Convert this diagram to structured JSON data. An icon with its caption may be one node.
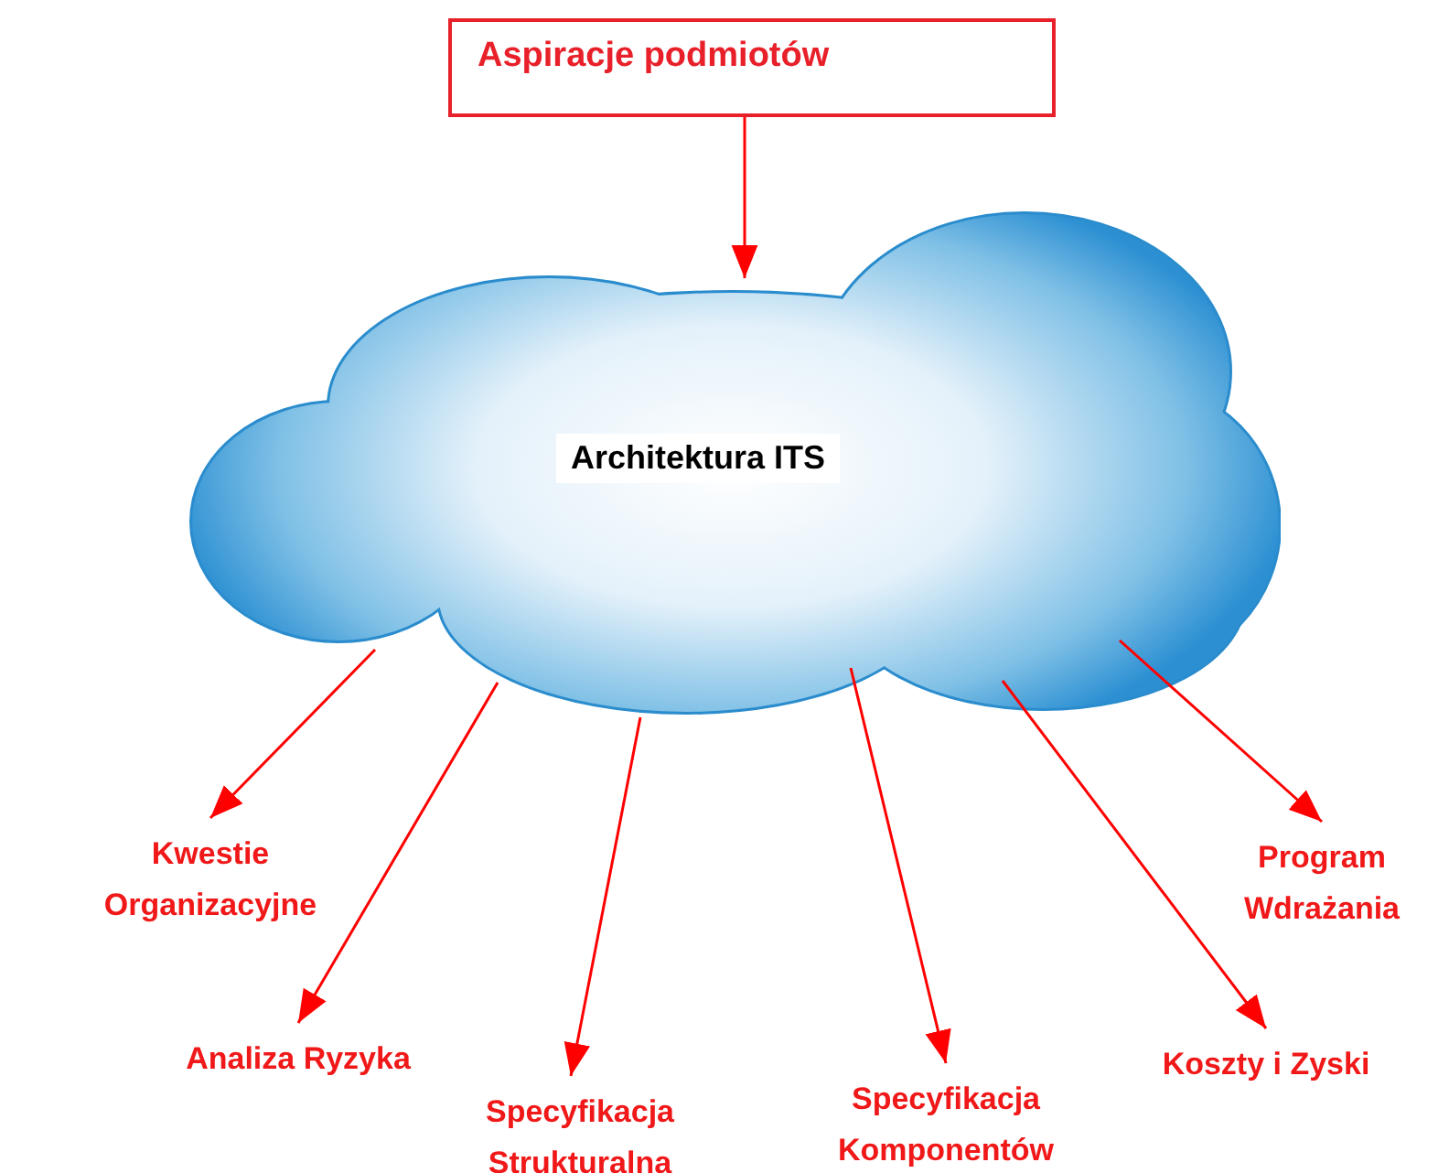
{
  "diagram": {
    "nodes": [
      {
        "text": [
          "Aspiracje podmiotów"
        ]
      },
      {
        "text": [
          "Architektura ITS"
        ]
      },
      {
        "text": [
          "Kwestie Organizacyjne"
        ]
      },
      {
        "text": [
          "Analiza Ryzyka"
        ]
      },
      {
        "text": [
          "Specyfikacja Strukturalna"
        ]
      },
      {
        "text": [
          "Specyfikacja Komponentów"
        ]
      },
      {
        "text": [
          "Koszty i Zyski"
        ]
      },
      {
        "text": [
          "Program Wdrażania"
        ]
      }
    ],
    "edges": [
      {
        "from": 0,
        "to": 1,
        "arrow": "to"
      },
      {
        "from": 1,
        "to": 2,
        "arrow": "to"
      },
      {
        "from": 1,
        "to": 3,
        "arrow": "to"
      },
      {
        "from": 1,
        "to": 4,
        "arrow": "to"
      },
      {
        "from": 1,
        "to": 5,
        "arrow": "to"
      },
      {
        "from": 1,
        "to": 6,
        "arrow": "to"
      },
      {
        "from": 1,
        "to": 7,
        "arrow": "to"
      }
    ]
  }
}
